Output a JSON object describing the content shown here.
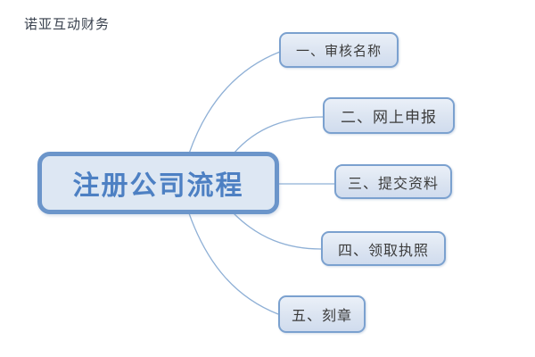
{
  "page": {
    "watermark": "诺亚互动财务",
    "background": "#ffffff"
  },
  "mindmap": {
    "root": {
      "label": "注册公司流程"
    },
    "branches": [
      {
        "label": "一、审核名称"
      },
      {
        "label": "二、网上申报"
      },
      {
        "label": "三、提交资料"
      },
      {
        "label": "四、领取执照"
      },
      {
        "label": "五、刻章"
      }
    ],
    "colors": {
      "root_border": "#6b95ca",
      "root_fill": "#dde7f3",
      "root_text": "#4d80c3",
      "branch_border": "#7ba1cf",
      "branch_fill_top": "#eaf0f8",
      "branch_fill_bottom": "#d0dcee",
      "branch_text": "#3c3c3c",
      "connector": "#8fb0d6",
      "watermark_text": "#39414e"
    }
  }
}
